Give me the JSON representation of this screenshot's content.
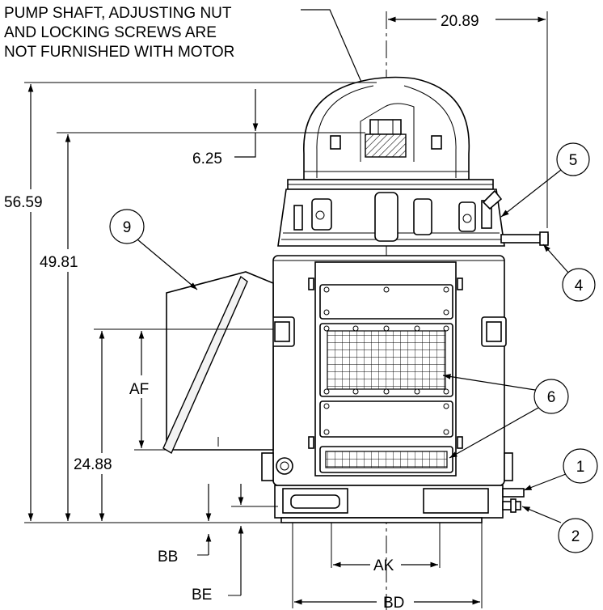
{
  "note": {
    "line1": "PUMP SHAFT, ADJUSTING NUT",
    "line2": "AND LOCKING SCREWS ARE",
    "line3": "NOT FURNISHED WITH MOTOR"
  },
  "dimensions": {
    "top_width": "20.89",
    "shaft_drop": "6.25",
    "overall_height": "56.59",
    "shoulder_height": "49.81",
    "conduit_height": "24.88",
    "af": "AF",
    "bb": "BB",
    "be": "BE",
    "ak": "AK",
    "bd": "BD"
  },
  "callouts": [
    "1",
    "2",
    "4",
    "5",
    "6",
    "9"
  ]
}
